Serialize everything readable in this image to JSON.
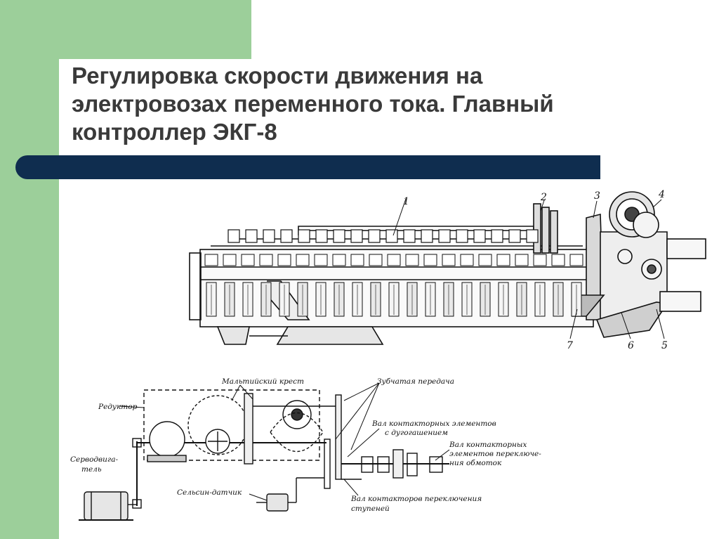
{
  "slide": {
    "title_lines": [
      "Регулировка скорости движения на",
      "электровозах переменного тока. Главный",
      "контроллер ЭКГ-8"
    ]
  },
  "drawing_labels": [
    "1",
    "2",
    "3",
    "4",
    "5",
    "6",
    "7"
  ],
  "schematic_labels": {
    "maltese_cross": "Мальтийский крест",
    "gear_train": "Зубчатая передача",
    "reducer": "Редуктор",
    "arc_shaft_line1": "Вал контакторных элементов",
    "arc_shaft_line2": "с дугогашением",
    "winding_shaft_line1": "Вал контакторных",
    "winding_shaft_line2": "элементов переключе-",
    "winding_shaft_line3": "ния обмоток",
    "servo_line1": "Серводвига-",
    "servo_line2": "тель",
    "selsyn": "Сельсин-датчик",
    "step_shaft_line1": "Вал контакторов переключения",
    "step_shaft_line2": "ступеней"
  },
  "colors": {
    "accent_green": "#9ccf9a",
    "bar_navy": "#0f2d4f",
    "title_gray": "#3a3a3a"
  }
}
